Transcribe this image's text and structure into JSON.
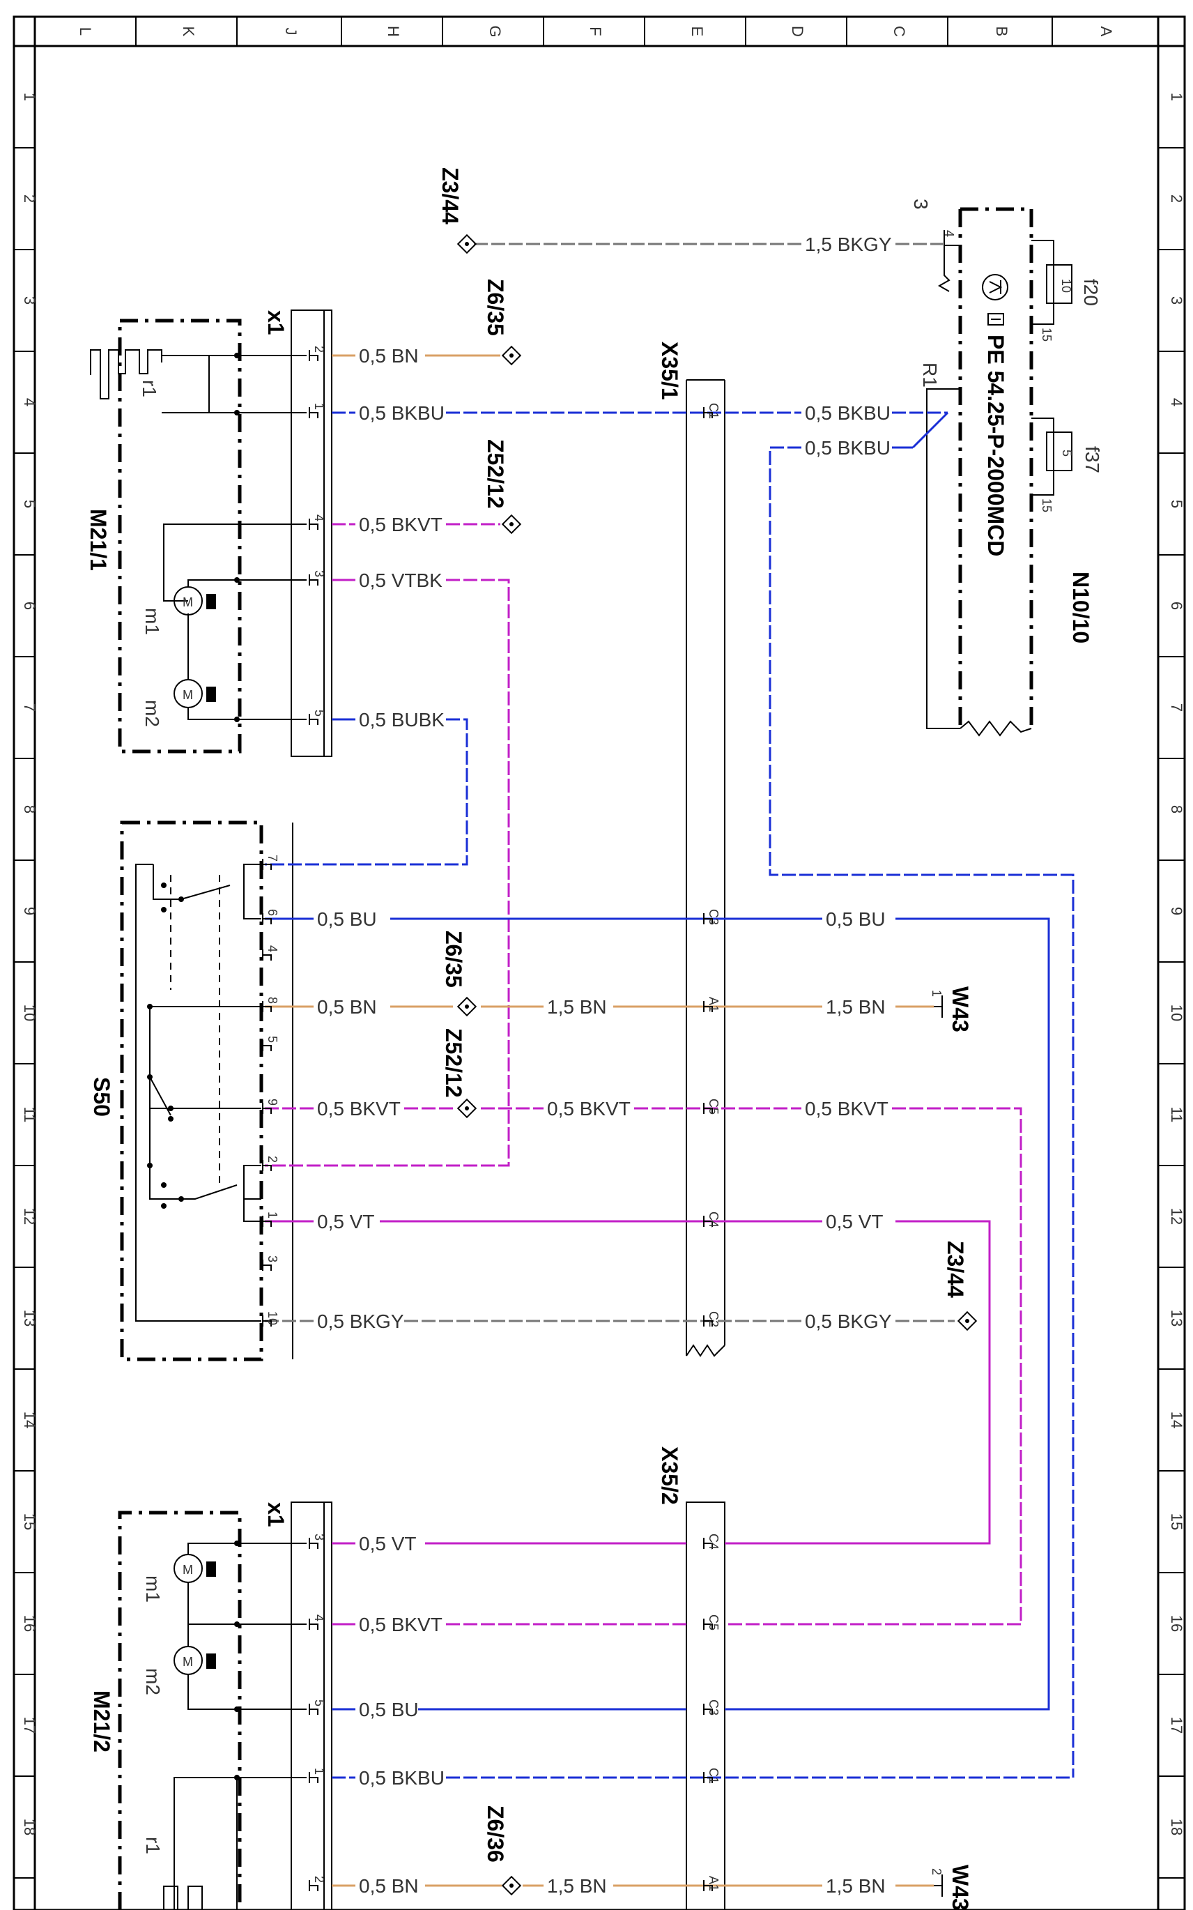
{
  "grid": {
    "columns": [
      "L",
      "K",
      "J",
      "H",
      "G",
      "F",
      "E",
      "D",
      "C",
      "B",
      "A"
    ],
    "rows": [
      "1",
      "2",
      "3",
      "4",
      "5",
      "6",
      "7",
      "8",
      "9",
      "10",
      "11",
      "12",
      "13",
      "14",
      "15",
      "16",
      "17",
      "18"
    ]
  },
  "components": {
    "n10": {
      "label": "N10/10",
      "part": "PE 54.25-P-2000MCD",
      "r1": "R1",
      "pin3": "3",
      "pin4": "4",
      "pin15a": "15",
      "pin15b": "15"
    },
    "f20": {
      "label": "f20",
      "value": "10"
    },
    "f37": {
      "label": "f37",
      "value": "5"
    },
    "m21_1": {
      "label": "M21/1",
      "r1": "r1",
      "m1": "m1",
      "m2": "m2",
      "conn": "x1"
    },
    "m21_2": {
      "label": "M21/2",
      "r1": "r1",
      "m1": "m1",
      "m2": "m2",
      "conn": "x1"
    },
    "s50": {
      "label": "S50"
    },
    "x35_1": {
      "label": "X35/1"
    },
    "x35_2": {
      "label": "X35/2"
    },
    "w43a": {
      "label": "W43",
      "pin": "1"
    },
    "w43b": {
      "label": "W43",
      "pin": "2"
    }
  },
  "nodes": {
    "z3_44_top": "Z3/44",
    "z6_35_top": "Z6/35",
    "z52_12_top": "Z52/12",
    "z6_35_mid": "Z6/35",
    "z52_12_mid": "Z52/12",
    "z3_44_mid": "Z3/44",
    "z6_36": "Z6/36"
  },
  "wires": {
    "w1": "1,5 BKGY",
    "w2": "0,5 BN",
    "w3": "0,5 BKBU",
    "w4": "0,5 BKBU",
    "w5": "0,5 BKBU",
    "w6": "0,5 BKVT",
    "w7": "0,5 VTBK",
    "w8": "0,5 BUBK",
    "w9": "0,5 BU",
    "w10": "0,5 BU",
    "w11": "0,5 BN",
    "w12": "1,5 BN",
    "w13": "1,5 BN",
    "w14": "0,5 BKVT",
    "w15": "0,5 BKVT",
    "w16": "0,5 BKVT",
    "w17": "0,5 VT",
    "w18": "0,5 VT",
    "w19": "0,5 BKGY",
    "w20": "0,5 BKGY",
    "w21": "0,5 VT",
    "w22": "0,5 BKVT",
    "w23": "0,5 BU",
    "w24": "0,5 BKBU",
    "w25": "0,5 BN",
    "w26": "1,5 BN",
    "w27": "1,5 BN"
  },
  "pins": {
    "m1_2": "2",
    "m1_1": "1",
    "m1_4": "4",
    "m1_3": "3",
    "m1_5": "5",
    "s_7": "7",
    "s_6": "6",
    "s_4": "4",
    "s_8": "8",
    "s_5": "5",
    "s_9": "9",
    "s_2": "2",
    "s_1": "1",
    "s_3": "3",
    "s_10": "10",
    "m2_3": "3",
    "m2_4": "4",
    "m2_5": "5",
    "m2_1": "1",
    "m2_2": "2",
    "x1_c1": "C1",
    "x1_c3": "C3",
    "x1_a1": "A1",
    "x1_c5": "C5",
    "x1_c4": "C4",
    "x1_c2": "C2",
    "x2_c4": "C4",
    "x2_c5": "C5",
    "x2_c3": "C3",
    "x2_c1": "C1",
    "x2_a1": "A1"
  },
  "colors": {
    "BN": "#d9a066",
    "BU": "#1a2fd6",
    "BKBU": "#1a2fd6",
    "BKVT": "#c21fc7",
    "VT": "#c21fc7",
    "VTBK": "#c21fc7",
    "BKGY": "#666666",
    "BUBK": "#1a2fd6"
  }
}
